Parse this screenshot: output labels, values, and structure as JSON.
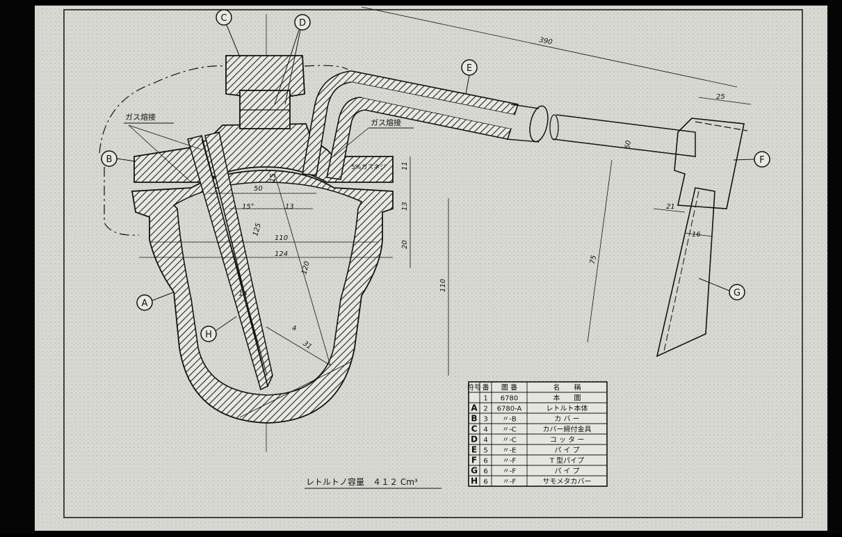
{
  "drawing": {
    "note": "ガス熔接",
    "note_inner": "5%ガスネジ",
    "capacity_note": "レトルトノ容量　４１２ Cm³",
    "callouts": [
      "A",
      "B",
      "C",
      "D",
      "E",
      "F",
      "G",
      "H"
    ],
    "dimensions": [
      "390",
      "25",
      "50",
      "15",
      "15°",
      "13",
      "110",
      "124",
      "125",
      "120",
      "110",
      "20",
      "13",
      "11",
      "4",
      "14",
      "31",
      "60",
      "75",
      "21",
      "16"
    ]
  },
  "parts_table": {
    "headers": [
      "符号",
      "番",
      "圖 番",
      "名　　稱"
    ],
    "rows": [
      [
        "",
        "1",
        "6780",
        "本　　圖"
      ],
      [
        "A",
        "2",
        "6780-A",
        "レトルト本体"
      ],
      [
        "B",
        "3",
        "〃-B",
        "カ バ ー"
      ],
      [
        "C",
        "4",
        "〃-C",
        "カバー締付金具"
      ],
      [
        "D",
        "4",
        "〃-C",
        "コ ッ タ ー"
      ],
      [
        "E",
        "5",
        "〃-E",
        "パ イ プ"
      ],
      [
        "F",
        "6",
        "〃-F",
        "T 型パイプ"
      ],
      [
        "G",
        "6",
        "〃-F",
        "パ イ プ"
      ],
      [
        "H",
        "6",
        "〃-F",
        "サモメタカバー"
      ]
    ]
  }
}
